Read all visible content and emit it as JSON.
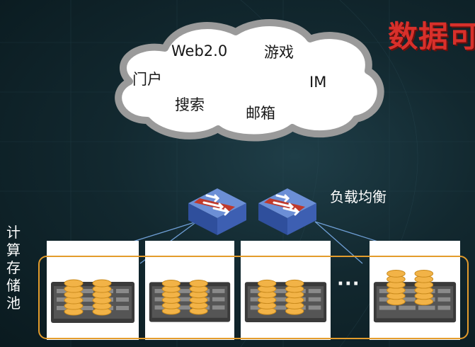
{
  "title": "数据可",
  "cloud": {
    "labels": {
      "web20": "Web2.0",
      "game": "游戏",
      "portal": "门户",
      "im": "IM",
      "search": "搜索",
      "mail": "邮箱"
    }
  },
  "load_balancer_label": "负载均衡",
  "pool_label_chars": [
    "计",
    "算",
    "存",
    "储",
    "池"
  ],
  "ellipsis": "···",
  "colors": {
    "title": "#d8302b",
    "pool_border": "#e39c2c",
    "cloud_fill": "#ffffff",
    "cloud_border": "#9a9a9a",
    "switch": "#3f66b8",
    "switch_band": "#c0392b",
    "coin": "#f2b347"
  }
}
